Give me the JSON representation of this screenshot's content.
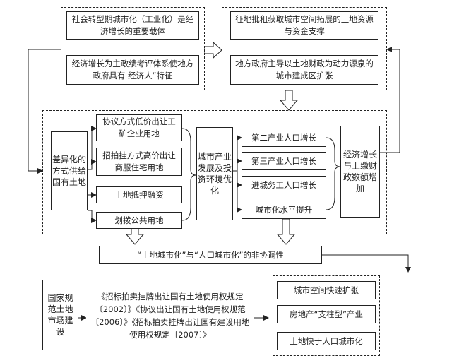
{
  "top_left": {
    "box1": "社会转型期城市化（工业化）是经济增长的重要载体",
    "box2": "经济增长为主政绩考评体系使地方政府具有 经济人”特征"
  },
  "top_right": {
    "box1": "征地批租获取城市空间拓展的土地资源与资金支撑",
    "box2": "地方政府主导以土地财政为动力源泉的城市建成区扩张"
  },
  "middle": {
    "diff_supply": "差异化的方式供给国有土地",
    "methods": [
      "协议方式低价出让工矿企业用地",
      "招拍挂方式高价出让商服住宅用地",
      "土地抵押融资",
      "划拨公共用地"
    ],
    "investment": "城市产业发展及投资环境优化",
    "outcomes": [
      "第二产业人口增长",
      "第三产业人口增长",
      "进城务工人口增长",
      "城市化水平提升"
    ],
    "growth": "经济增长与上缴财政数额增加"
  },
  "imbalance": "“土地城市化”与“人口城市化”的非协调性",
  "bottom": {
    "national": "国家规范土地市场建设",
    "regulations": "《招标拍卖挂牌出让国有土地使用权规定〔2002〕》《协议出让国有土地使用权规范〔2006〕》《招标拍卖挂牌出让国有建设用地使用权规定〔2007〕》",
    "effects": [
      "城市空间快速扩张",
      "房地产“支柱型”产业",
      "土地快于人口城市化"
    ]
  }
}
